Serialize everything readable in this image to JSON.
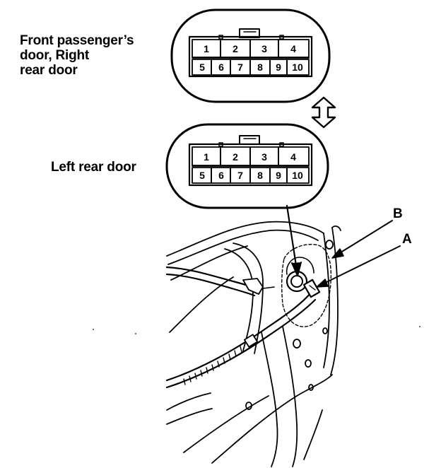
{
  "captions": {
    "front_line1": "Front passenger’s",
    "front_line2": "door, Right",
    "front_line3": "rear door",
    "left": "Left rear door"
  },
  "connector_pins": {
    "top_row": [
      "1",
      "2",
      "3",
      "4"
    ],
    "bottom_row": [
      "5",
      "6",
      "7",
      "8",
      "9",
      "10"
    ]
  },
  "callouts": {
    "a": "A",
    "b": "B"
  },
  "colors": {
    "ink": "#000000",
    "paper": "#ffffff"
  }
}
